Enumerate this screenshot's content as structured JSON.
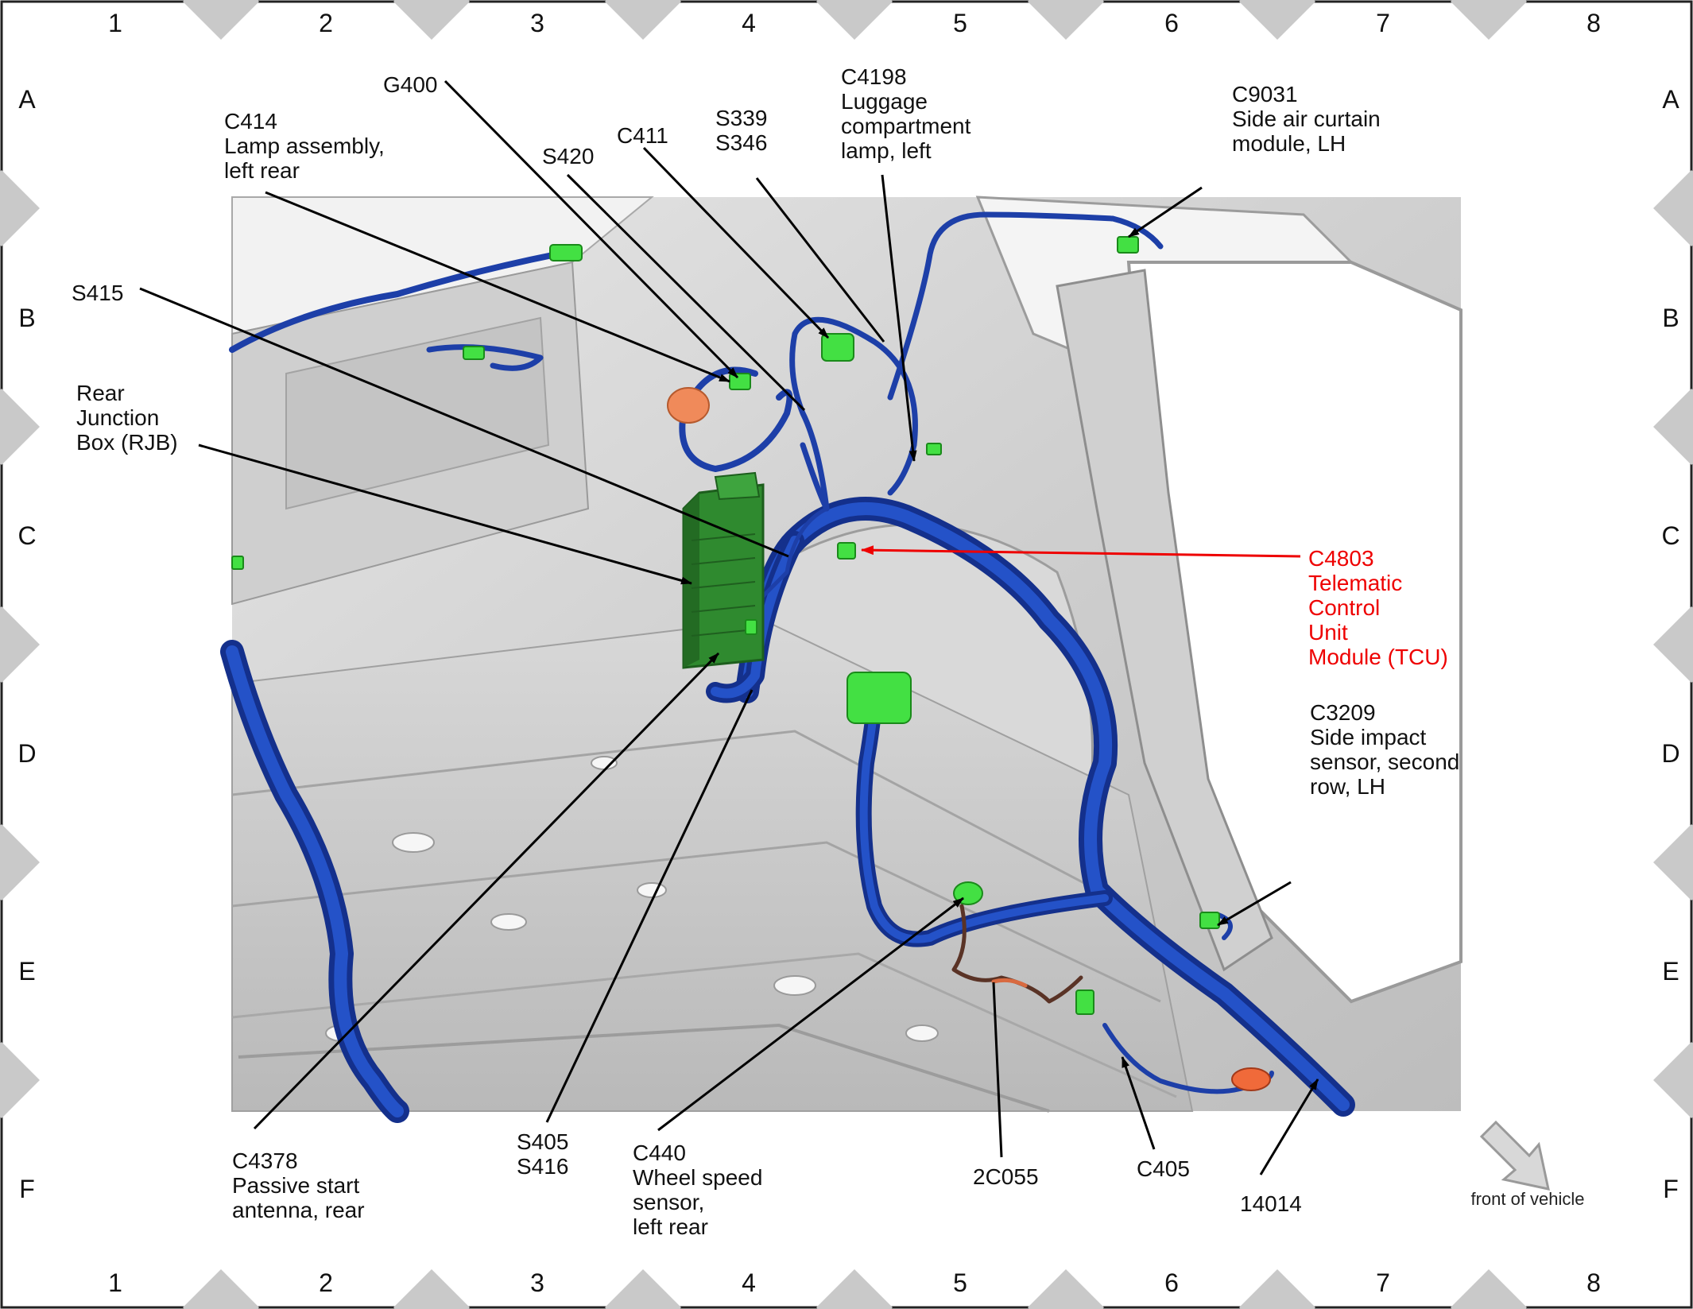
{
  "grid": {
    "columns": [
      "1",
      "2",
      "3",
      "4",
      "5",
      "6",
      "7",
      "8"
    ],
    "rows": [
      "A",
      "B",
      "C",
      "D",
      "E",
      "F"
    ]
  },
  "colors": {
    "harness": "#1b3fa6",
    "connector": "#3fe03f",
    "highlight_callout": "#ee0000",
    "body_panel": "#d4d4d4"
  },
  "callouts": [
    {
      "id": "g400",
      "lines": [
        "G400"
      ]
    },
    {
      "id": "c414",
      "lines": [
        "C414",
        "Lamp assembly,",
        "left rear"
      ]
    },
    {
      "id": "s420",
      "lines": [
        "S420"
      ]
    },
    {
      "id": "c411",
      "lines": [
        "C411"
      ]
    },
    {
      "id": "s339",
      "lines": [
        "S339",
        "S346"
      ]
    },
    {
      "id": "c4198",
      "lines": [
        "C4198",
        "Luggage",
        "compartment",
        "lamp, left"
      ]
    },
    {
      "id": "c9031",
      "lines": [
        "C9031",
        "Side air curtain",
        "module, LH"
      ]
    },
    {
      "id": "s415",
      "lines": [
        "S415"
      ]
    },
    {
      "id": "rjb",
      "lines": [
        "Rear",
        "Junction",
        "Box (RJB)"
      ]
    },
    {
      "id": "c4803",
      "lines": [
        "C4803",
        "Telematic",
        "Control",
        "Unit",
        "Module (TCU)"
      ],
      "highlight": true
    },
    {
      "id": "c3209",
      "lines": [
        "C3209",
        "Side impact",
        "sensor, second",
        "row, LH"
      ]
    },
    {
      "id": "c4378",
      "lines": [
        "C4378",
        "Passive start",
        "antenna, rear"
      ]
    },
    {
      "id": "s405",
      "lines": [
        "S405",
        "S416"
      ]
    },
    {
      "id": "c440",
      "lines": [
        "C440",
        "Wheel speed",
        "sensor,",
        "left rear"
      ]
    },
    {
      "id": "2c055",
      "lines": [
        "2C055"
      ]
    },
    {
      "id": "c405",
      "lines": [
        "C405"
      ]
    },
    {
      "id": "14014",
      "lines": [
        "14014"
      ]
    }
  ],
  "orientation": {
    "label": "front of vehicle",
    "icon": "arrow-down-right-icon"
  }
}
